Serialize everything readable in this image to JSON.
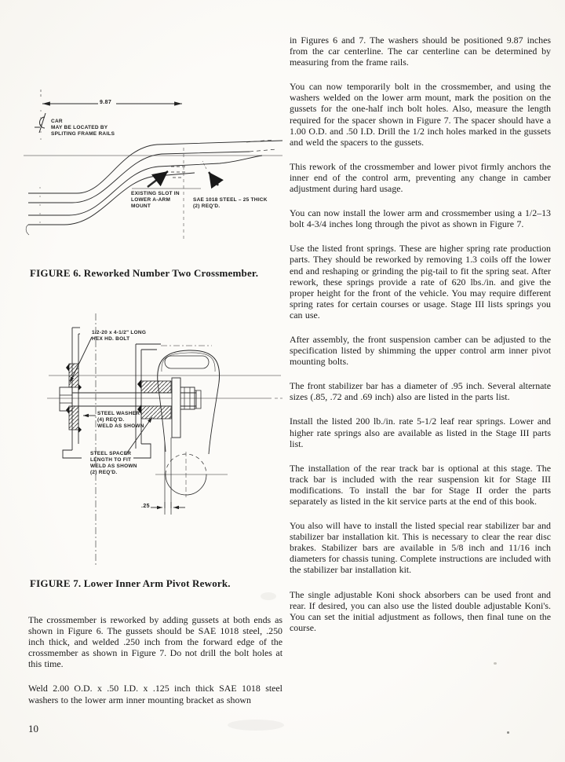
{
  "page": {
    "number": "10"
  },
  "figure6": {
    "caption": "FIGURE 6. Reworked Number Two Crossmember.",
    "dimension": "9.87",
    "centerline_note": "CAR\nMAY BE LOCATED BY\nSPLITING FRAME RAILS",
    "slot_label": "EXISTING SLOT IN\nLOWER A-ARM\nMOUNT",
    "material_label": "SAE 1018 STEEL – 25 THICK\n(2) REQ'D."
  },
  "figure7": {
    "caption": "FIGURE 7. Lower Inner Arm Pivot Rework.",
    "bolt_label": "1/2-20 x 4-1/2\" LONG\nHEX HD. BOLT",
    "washer_label": "STEEL WASHER\n(4) REQ'D.\nWELD AS SHOWN",
    "spacer_label": "STEEL SPACER\nLENGTH TO FIT\nWELD AS SHOWN\n(2) REQ'D.",
    "thickness_dimension": ".25"
  },
  "left_column": {
    "paragraphs": [
      "The crossmember is reworked by adding gussets at both ends as shown in Figure 6. The gussets should be SAE 1018 steel, .250 inch thick, and welded .250 inch from the forward edge of the crossmember as shown in Figure 7. Do not drill the bolt holes at this time.",
      "Weld 2.00 O.D. x .50 I.D. x .125 inch thick SAE 1018 steel washers to the lower arm inner mounting bracket as shown"
    ]
  },
  "right_column": {
    "paragraphs": [
      "in Figures 6 and 7. The washers should be positioned 9.87 inches from the car centerline. The car centerline can be determined by measuring from the frame rails.",
      "You can now temporarily bolt in the crossmember, and using the washers welded on the lower arm mount, mark the position on the gussets for the one-half inch bolt holes. Also, measure the length required for the spacer shown in Figure 7. The spacer should have a 1.00 O.D. and .50 I.D. Drill the 1/2 inch holes marked in the gussets and weld the spacers to the gussets.",
      "This rework of the crossmember and lower pivot firmly anchors the inner end of the control arm, preventing any change in camber adjustment during hard usage.",
      "You can now install the lower arm and crossmember using a 1/2–13 bolt 4-3/4 inches long through the pivot as shown in Figure 7.",
      "Use the listed front springs. These are higher spring rate production parts. They should be reworked by removing 1.3 coils off the lower end and reshaping or grinding the pig-tail to fit the spring seat. After rework, these springs provide a rate of 620 lbs./in. and give the proper height for the front of the vehicle. You may require different spring rates for certain courses or usage. Stage III lists springs you can use.",
      "After assembly, the front suspension camber can be adjusted to the specification listed by shimming the upper control arm inner pivot mounting bolts.",
      "The front stabilizer bar has a diameter of .95 inch. Several alternate sizes (.85, .72 and .69 inch) also are listed in the parts list.",
      "Install the listed 200 lb./in. rate 5-1/2 leaf rear springs. Lower and higher rate springs also are available as listed in the Stage III parts list.",
      "The installation of the rear track bar is optional at this stage. The track bar is included with the rear suspension kit for Stage III modifications. To install the bar for Stage II order the parts separately as listed in the kit service parts at the end of this book.",
      "You also will have to install the listed special rear stabilizer bar and stabilizer bar installation kit. This is necessary to clear the rear disc brakes. Stabilizer bars are available in 5/8 inch and 11/16 inch diameters for chassis tuning. Complete instructions are included with the stabilizer bar installation kit.",
      "The single adjustable Koni shock absorbers can be used front and rear. If desired, you can also use the listed double adjustable Koni's. You can set the initial adjustment as follows, then final tune on the course."
    ]
  }
}
